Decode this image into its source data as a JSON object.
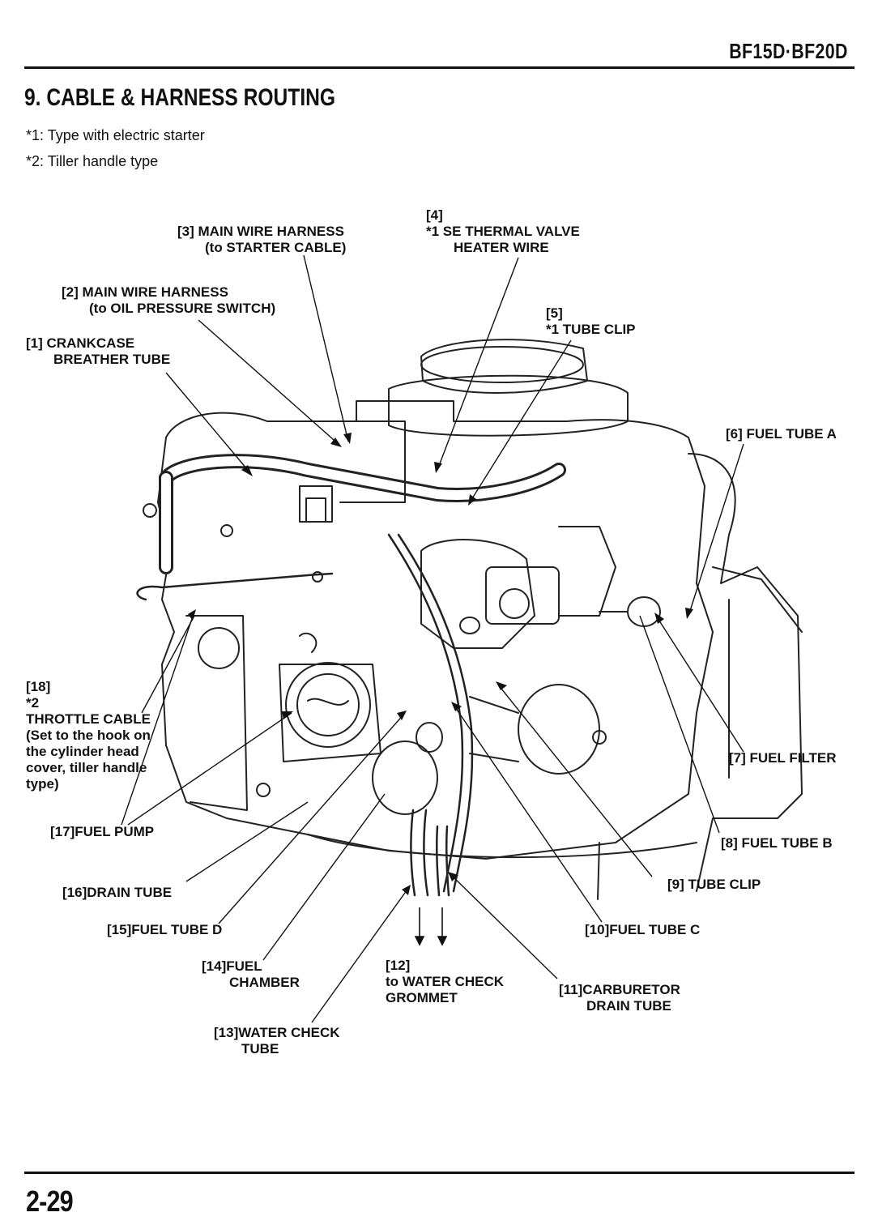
{
  "header": {
    "model": "BF15D·BF20D",
    "title": "9. CABLE & HARNESS ROUTING"
  },
  "notes": [
    "*1: Type with electric starter",
    "*2: Tiller handle type"
  ],
  "labels": {
    "l1": {
      "num": "[1]",
      "lines": [
        "CRANKCASE",
        "BREATHER TUBE"
      ]
    },
    "l2": {
      "num": "[2]",
      "lines": [
        "MAIN WIRE HARNESS",
        "(to OIL PRESSURE SWITCH)"
      ]
    },
    "l3": {
      "num": "[3]",
      "lines": [
        "MAIN WIRE HARNESS",
        "(to STARTER CABLE)"
      ]
    },
    "l4": {
      "num": "[4]",
      "lines": [
        "*1   SE THERMAL VALVE",
        "HEATER WIRE"
      ]
    },
    "l5": {
      "num": "[5]",
      "lines": [
        "*1   TUBE CLIP"
      ]
    },
    "l6": {
      "num": "[6]",
      "lines": [
        "FUEL TUBE A"
      ]
    },
    "l7": {
      "num": "[7]",
      "lines": [
        "FUEL FILTER"
      ]
    },
    "l8": {
      "num": "[8]",
      "lines": [
        "FUEL TUBE B"
      ]
    },
    "l9": {
      "num": "[9]",
      "lines": [
        "TUBE CLIP"
      ]
    },
    "l10": {
      "num": "[10]",
      "lines": [
        "FUEL TUBE C"
      ]
    },
    "l11": {
      "num": "[11]",
      "lines": [
        "CARBURETOR",
        "DRAIN TUBE"
      ]
    },
    "l12": {
      "num": "[12]",
      "lines": [
        "to WATER CHECK",
        "GROMMET"
      ]
    },
    "l13": {
      "num": "[13]",
      "lines": [
        "WATER CHECK",
        "TUBE"
      ]
    },
    "l14": {
      "num": "[14]",
      "lines": [
        "FUEL",
        "CHAMBER"
      ]
    },
    "l15": {
      "num": "[15]",
      "lines": [
        "FUEL TUBE D"
      ]
    },
    "l16": {
      "num": "[16]",
      "lines": [
        "DRAIN TUBE"
      ]
    },
    "l17": {
      "num": "[17]",
      "lines": [
        "FUEL PUMP"
      ]
    },
    "l18": {
      "num": "[18]",
      "lines": [
        "*2",
        "THROTTLE CABLE",
        "(Set to the hook on",
        "the cylinder head",
        "cover, tiller handle",
        "type)"
      ]
    }
  },
  "footer": {
    "page": "2-29"
  }
}
